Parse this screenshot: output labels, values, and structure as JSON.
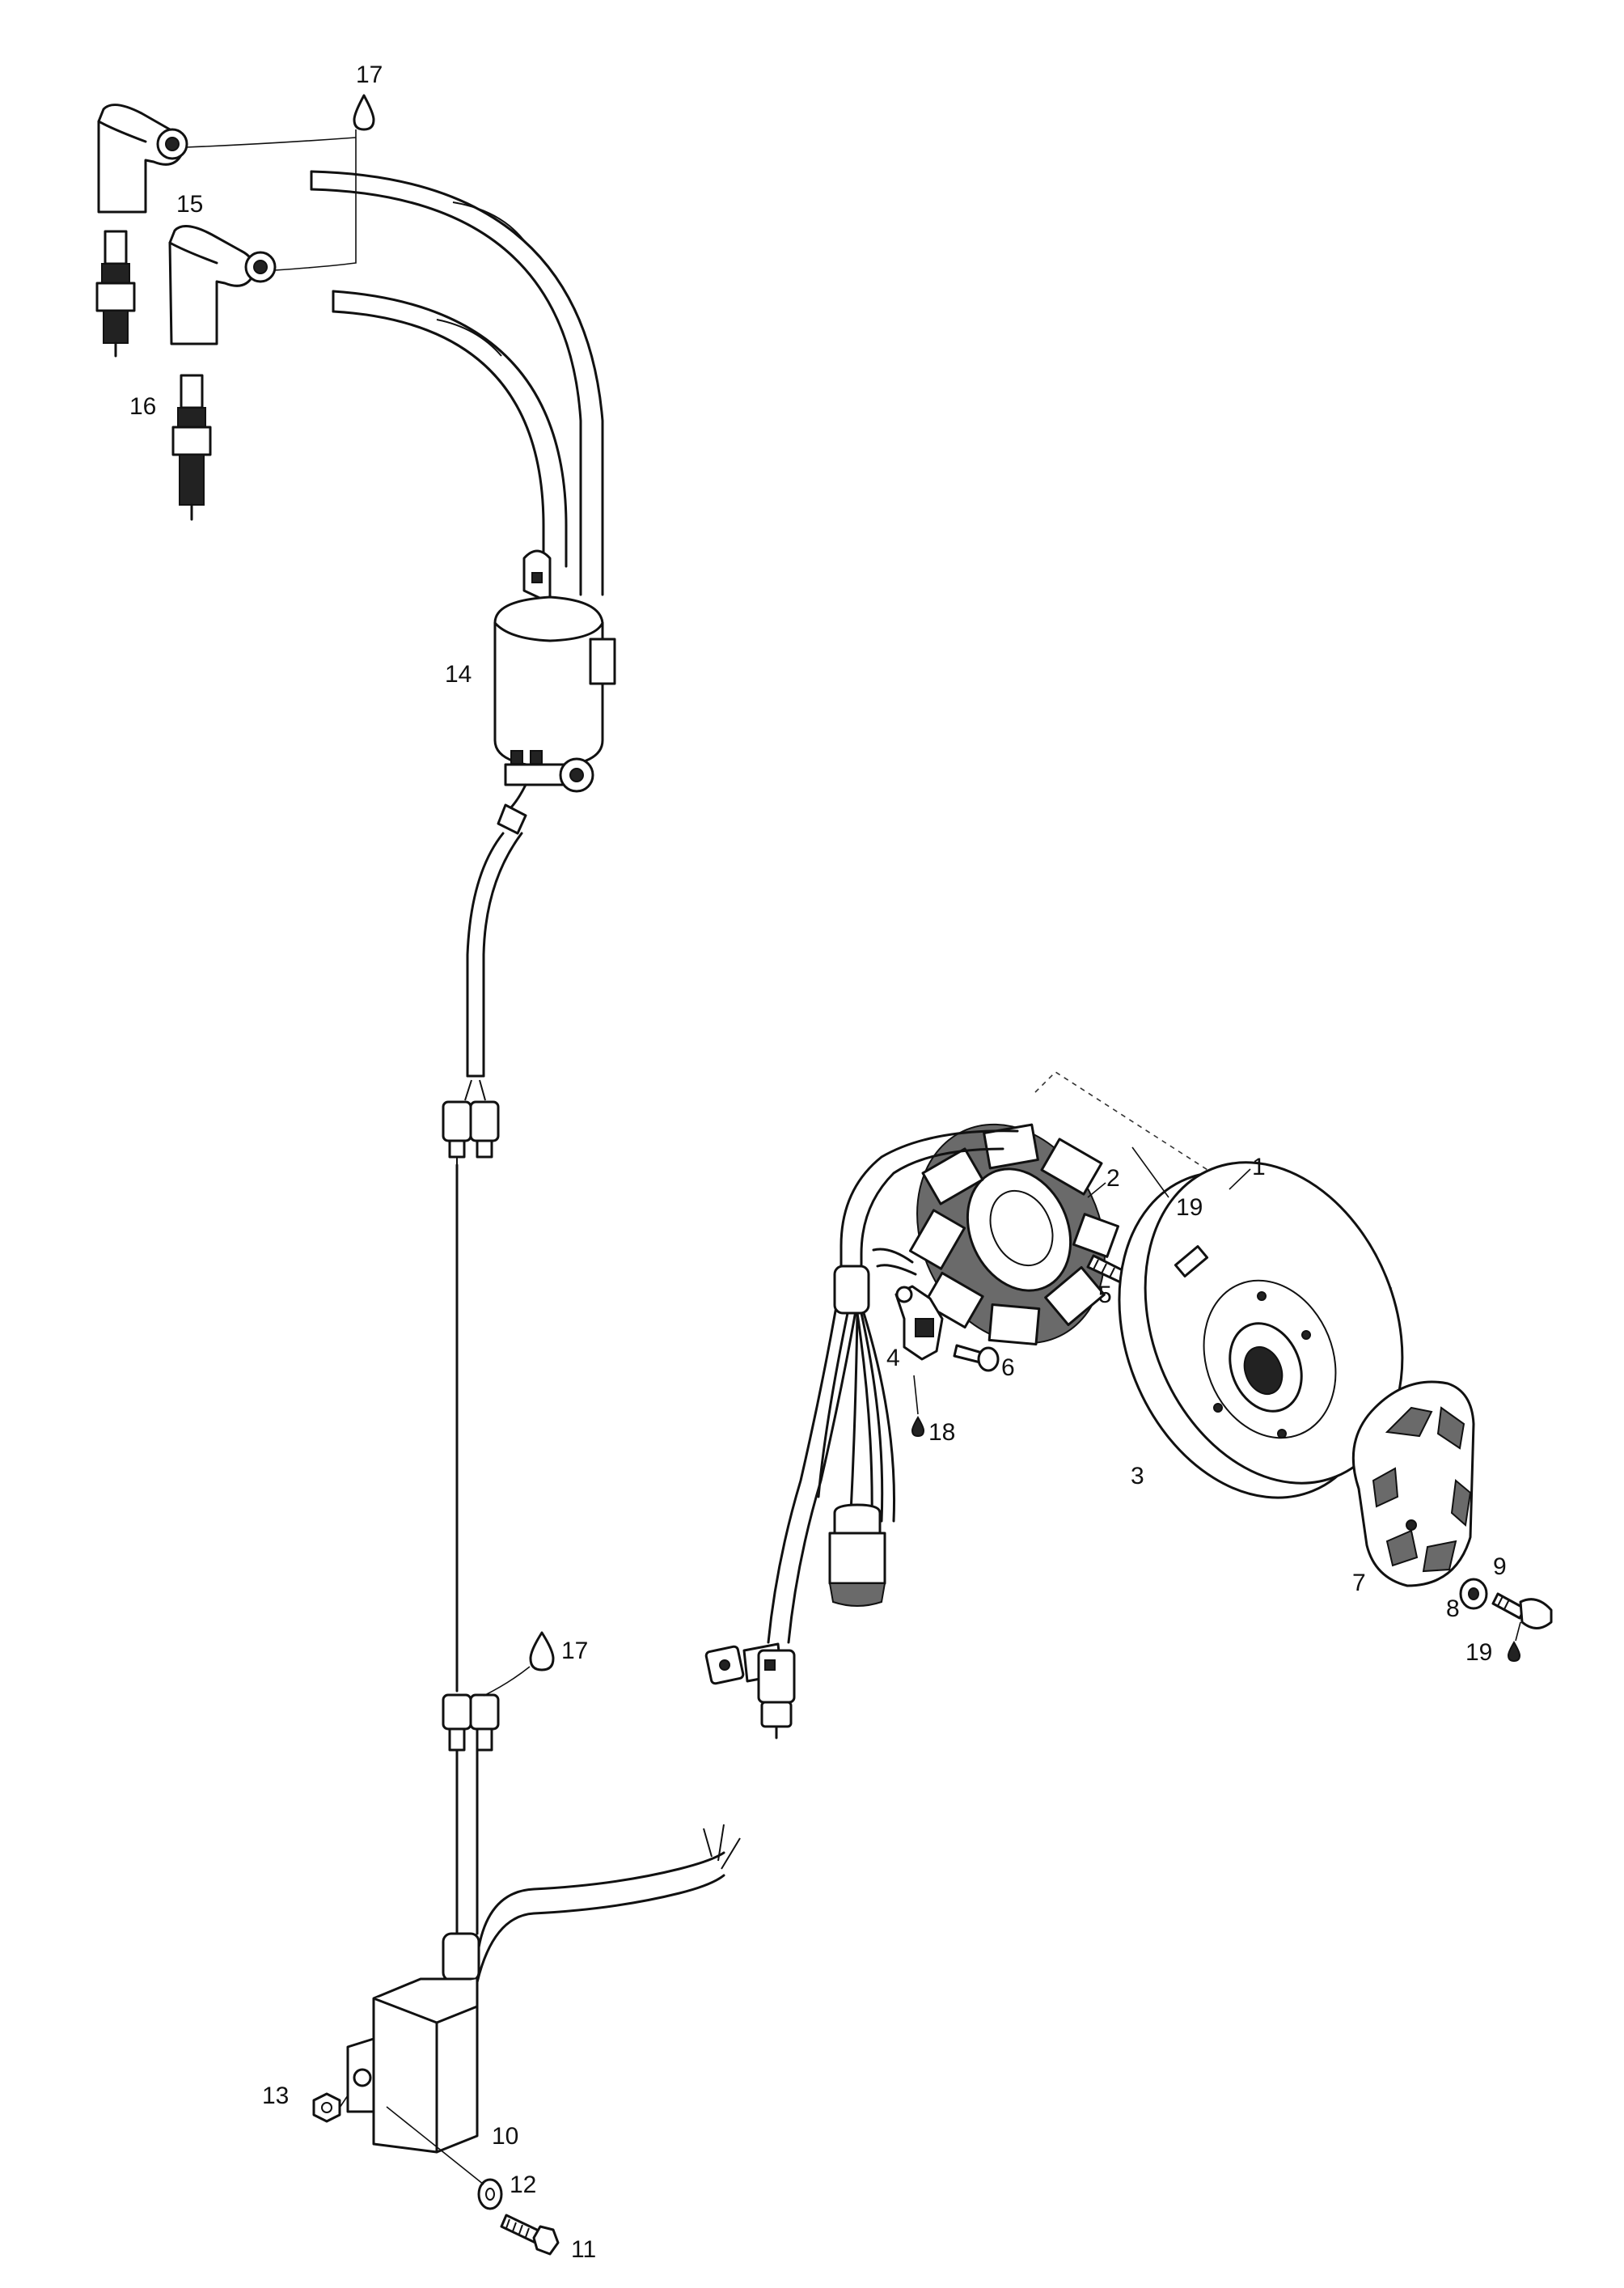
{
  "labels": {
    "p1": "1",
    "p2": "2",
    "p3": "3",
    "p4": "4",
    "p5": "5",
    "p6": "6",
    "p7": "7",
    "p8": "8",
    "p9": "9",
    "p10": "10",
    "p11": "11",
    "p12": "12",
    "p13": "13",
    "p14": "14",
    "p15": "15",
    "p16": "16",
    "p17a": "17",
    "p17b": "17",
    "p18": "18",
    "p19a": "19",
    "p19b": "19"
  },
  "icons": {
    "drop": "liquid-drop-icon"
  }
}
